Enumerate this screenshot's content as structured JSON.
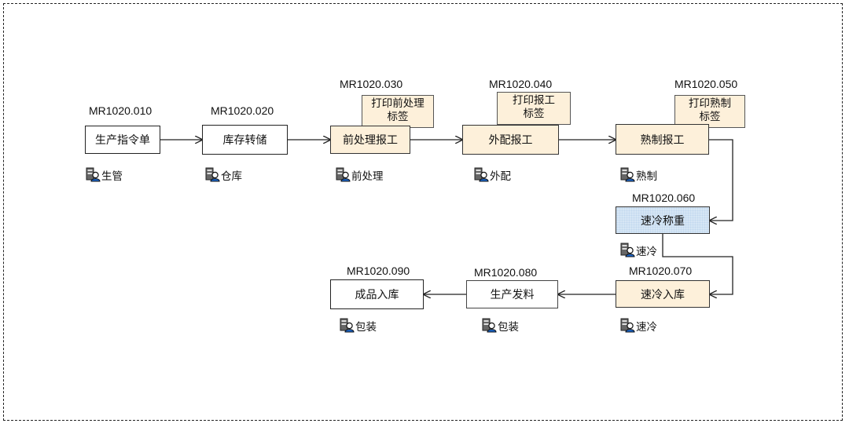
{
  "nodes": {
    "n010": {
      "code": "MR1020.010",
      "label": "生产指令单",
      "role": "生管"
    },
    "n020": {
      "code": "MR1020.020",
      "label": "库存转储",
      "role": "仓库"
    },
    "n030": {
      "code": "MR1020.030",
      "label": "前处理报工",
      "role": "前处理",
      "note": [
        "打印前处理",
        "标签"
      ]
    },
    "n040": {
      "code": "MR1020.040",
      "label": "外配报工",
      "role": "外配",
      "note": [
        "打印报工",
        "标签"
      ]
    },
    "n050": {
      "code": "MR1020.050",
      "label": "熟制报工",
      "role": "熟制",
      "note": [
        "打印熟制",
        "标签"
      ]
    },
    "n060": {
      "code": "MR1020.060",
      "label": "速冷称重",
      "role": "速冷"
    },
    "n070": {
      "code": "MR1020.070",
      "label": "速冷入库",
      "role": "速冷"
    },
    "n080": {
      "code": "MR1020.080",
      "label": "生产发料",
      "role": "包装"
    },
    "n090": {
      "code": "MR1020.090",
      "label": "成品入库",
      "role": "包装"
    }
  },
  "colors": {
    "task_fill": "#fdf0da",
    "weigh_fill": "#d6e6f5",
    "line": "#222222"
  },
  "icons": {
    "role_icon": "user-server-icon"
  }
}
